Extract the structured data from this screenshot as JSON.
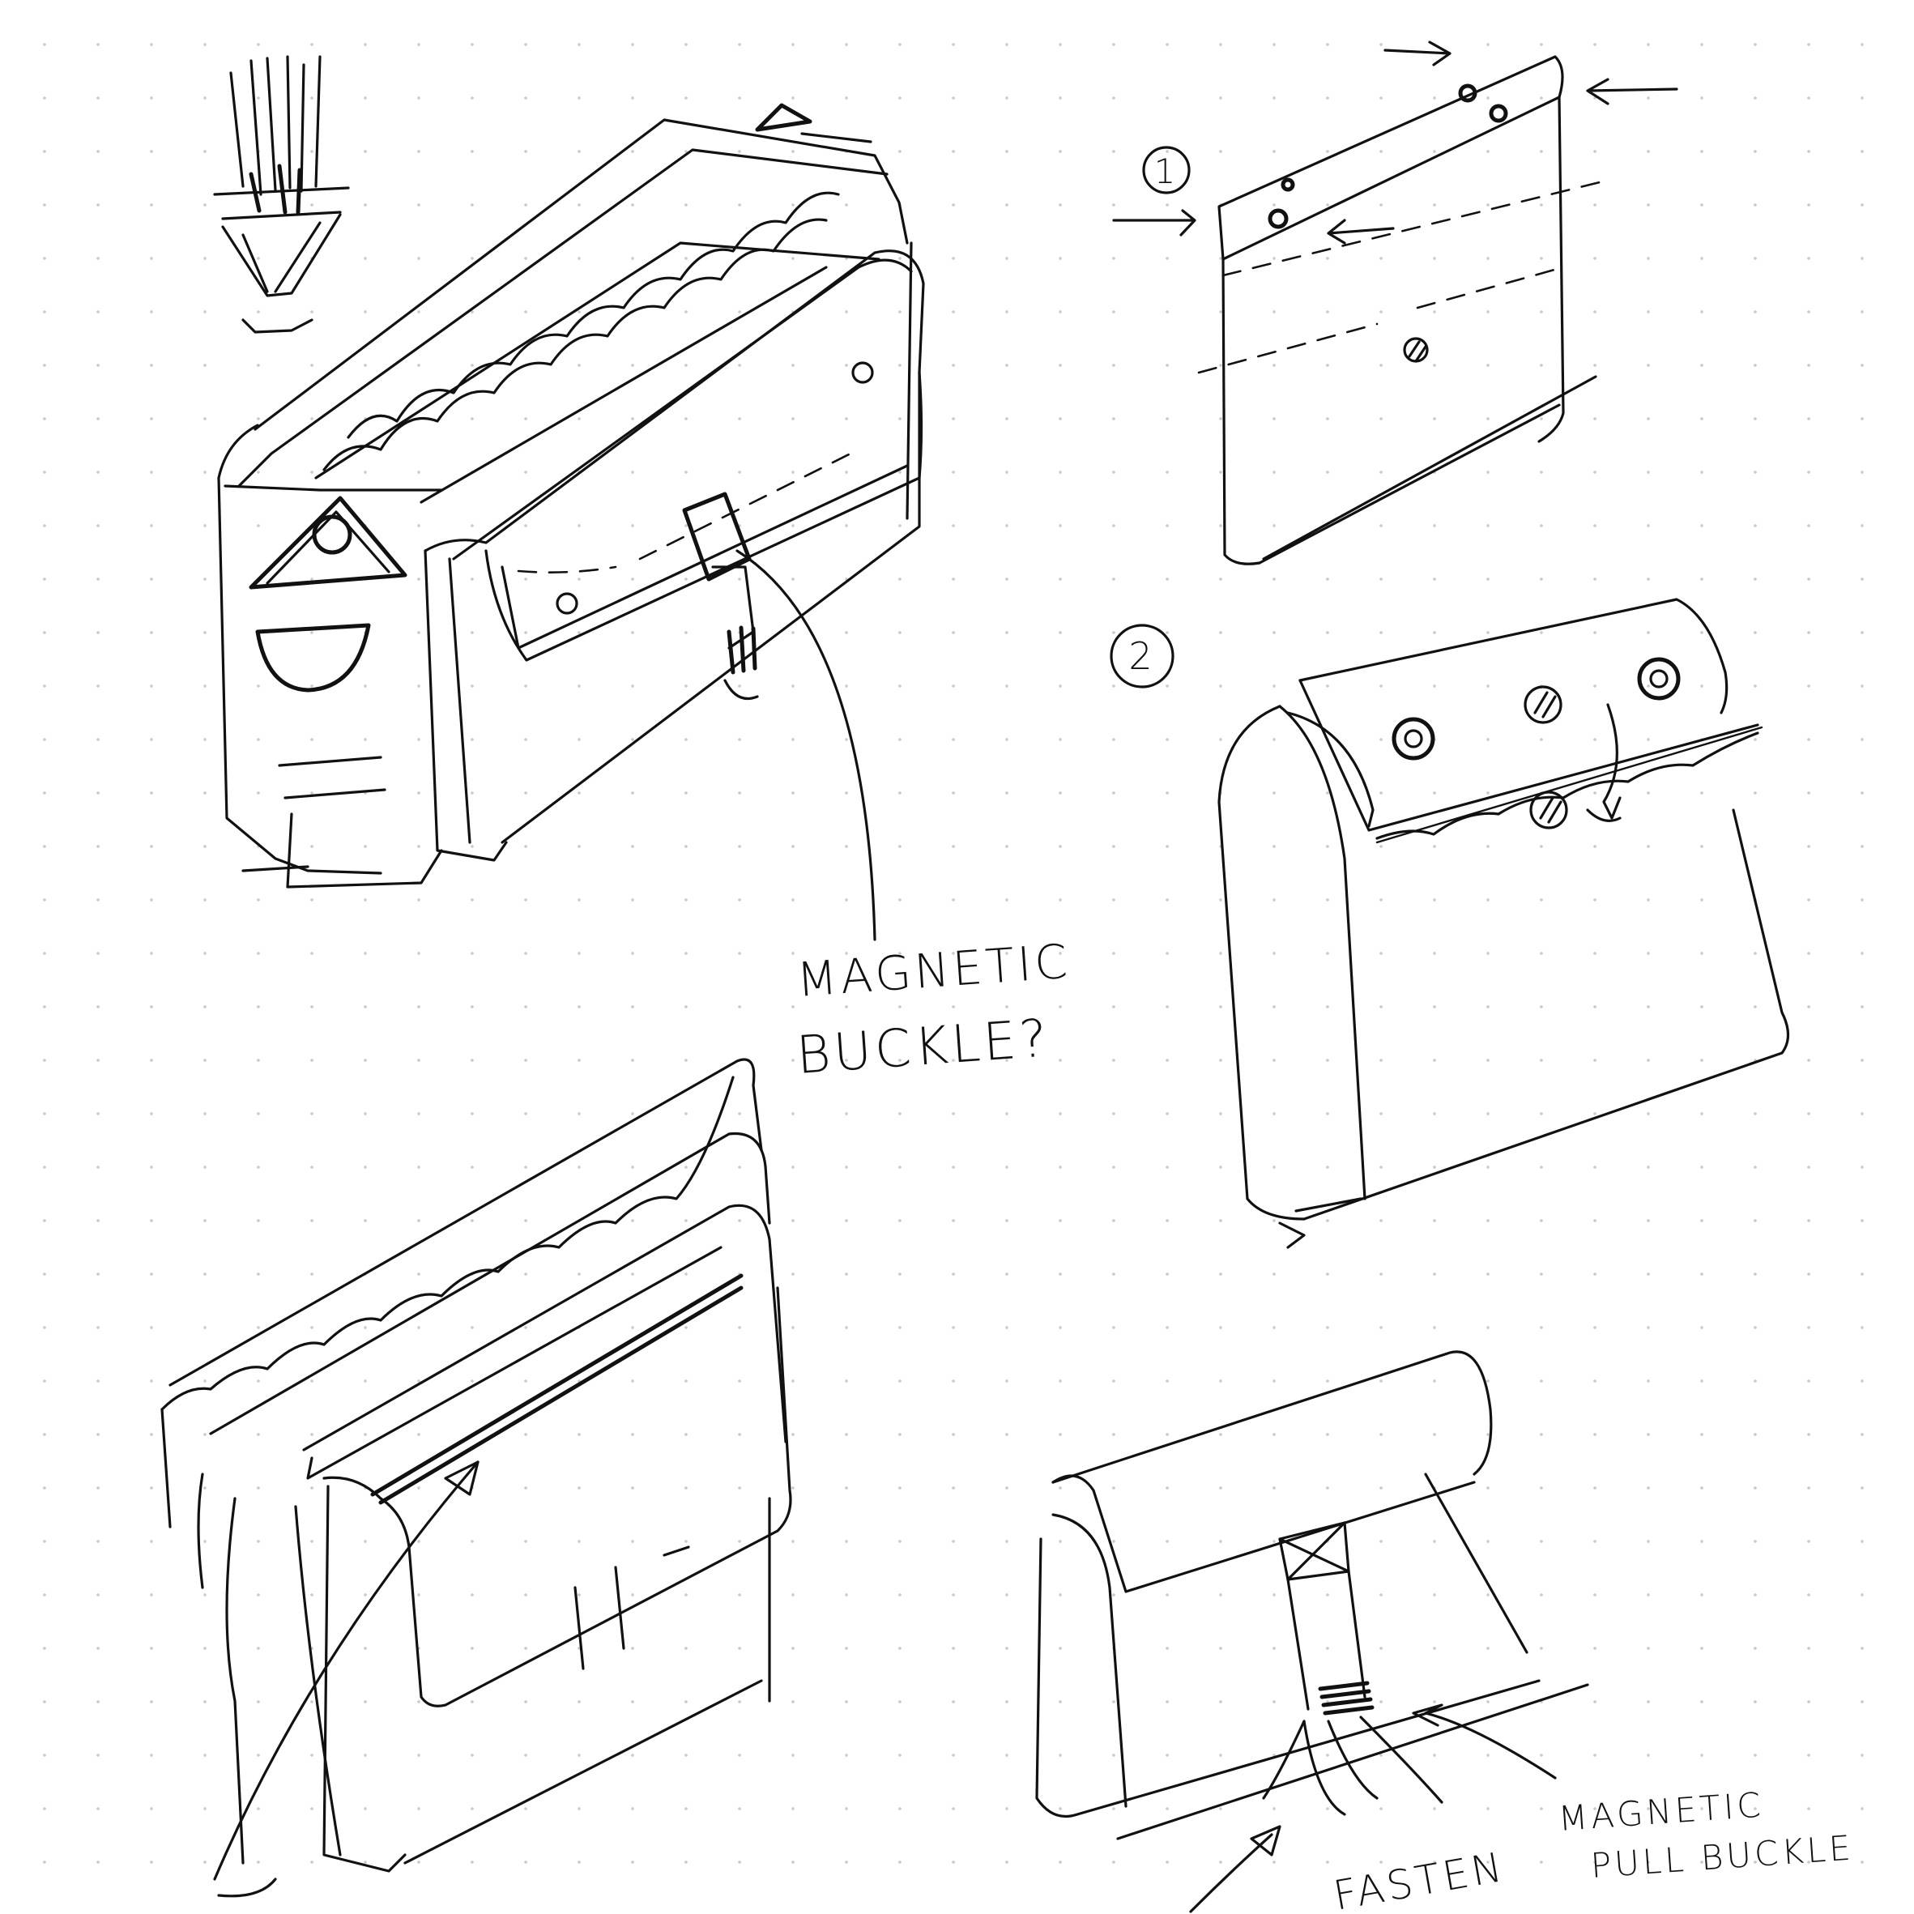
{
  "annotations": {
    "label_1": {
      "marker": "1",
      "line1": "MAGNETIC",
      "line2": "BUCKLE?"
    },
    "label_2": {
      "marker": "2"
    },
    "label_3": {
      "line1": "MAGNETIC",
      "line2": "PULL BUCKLE",
      "fasten": "FASTEN"
    }
  }
}
